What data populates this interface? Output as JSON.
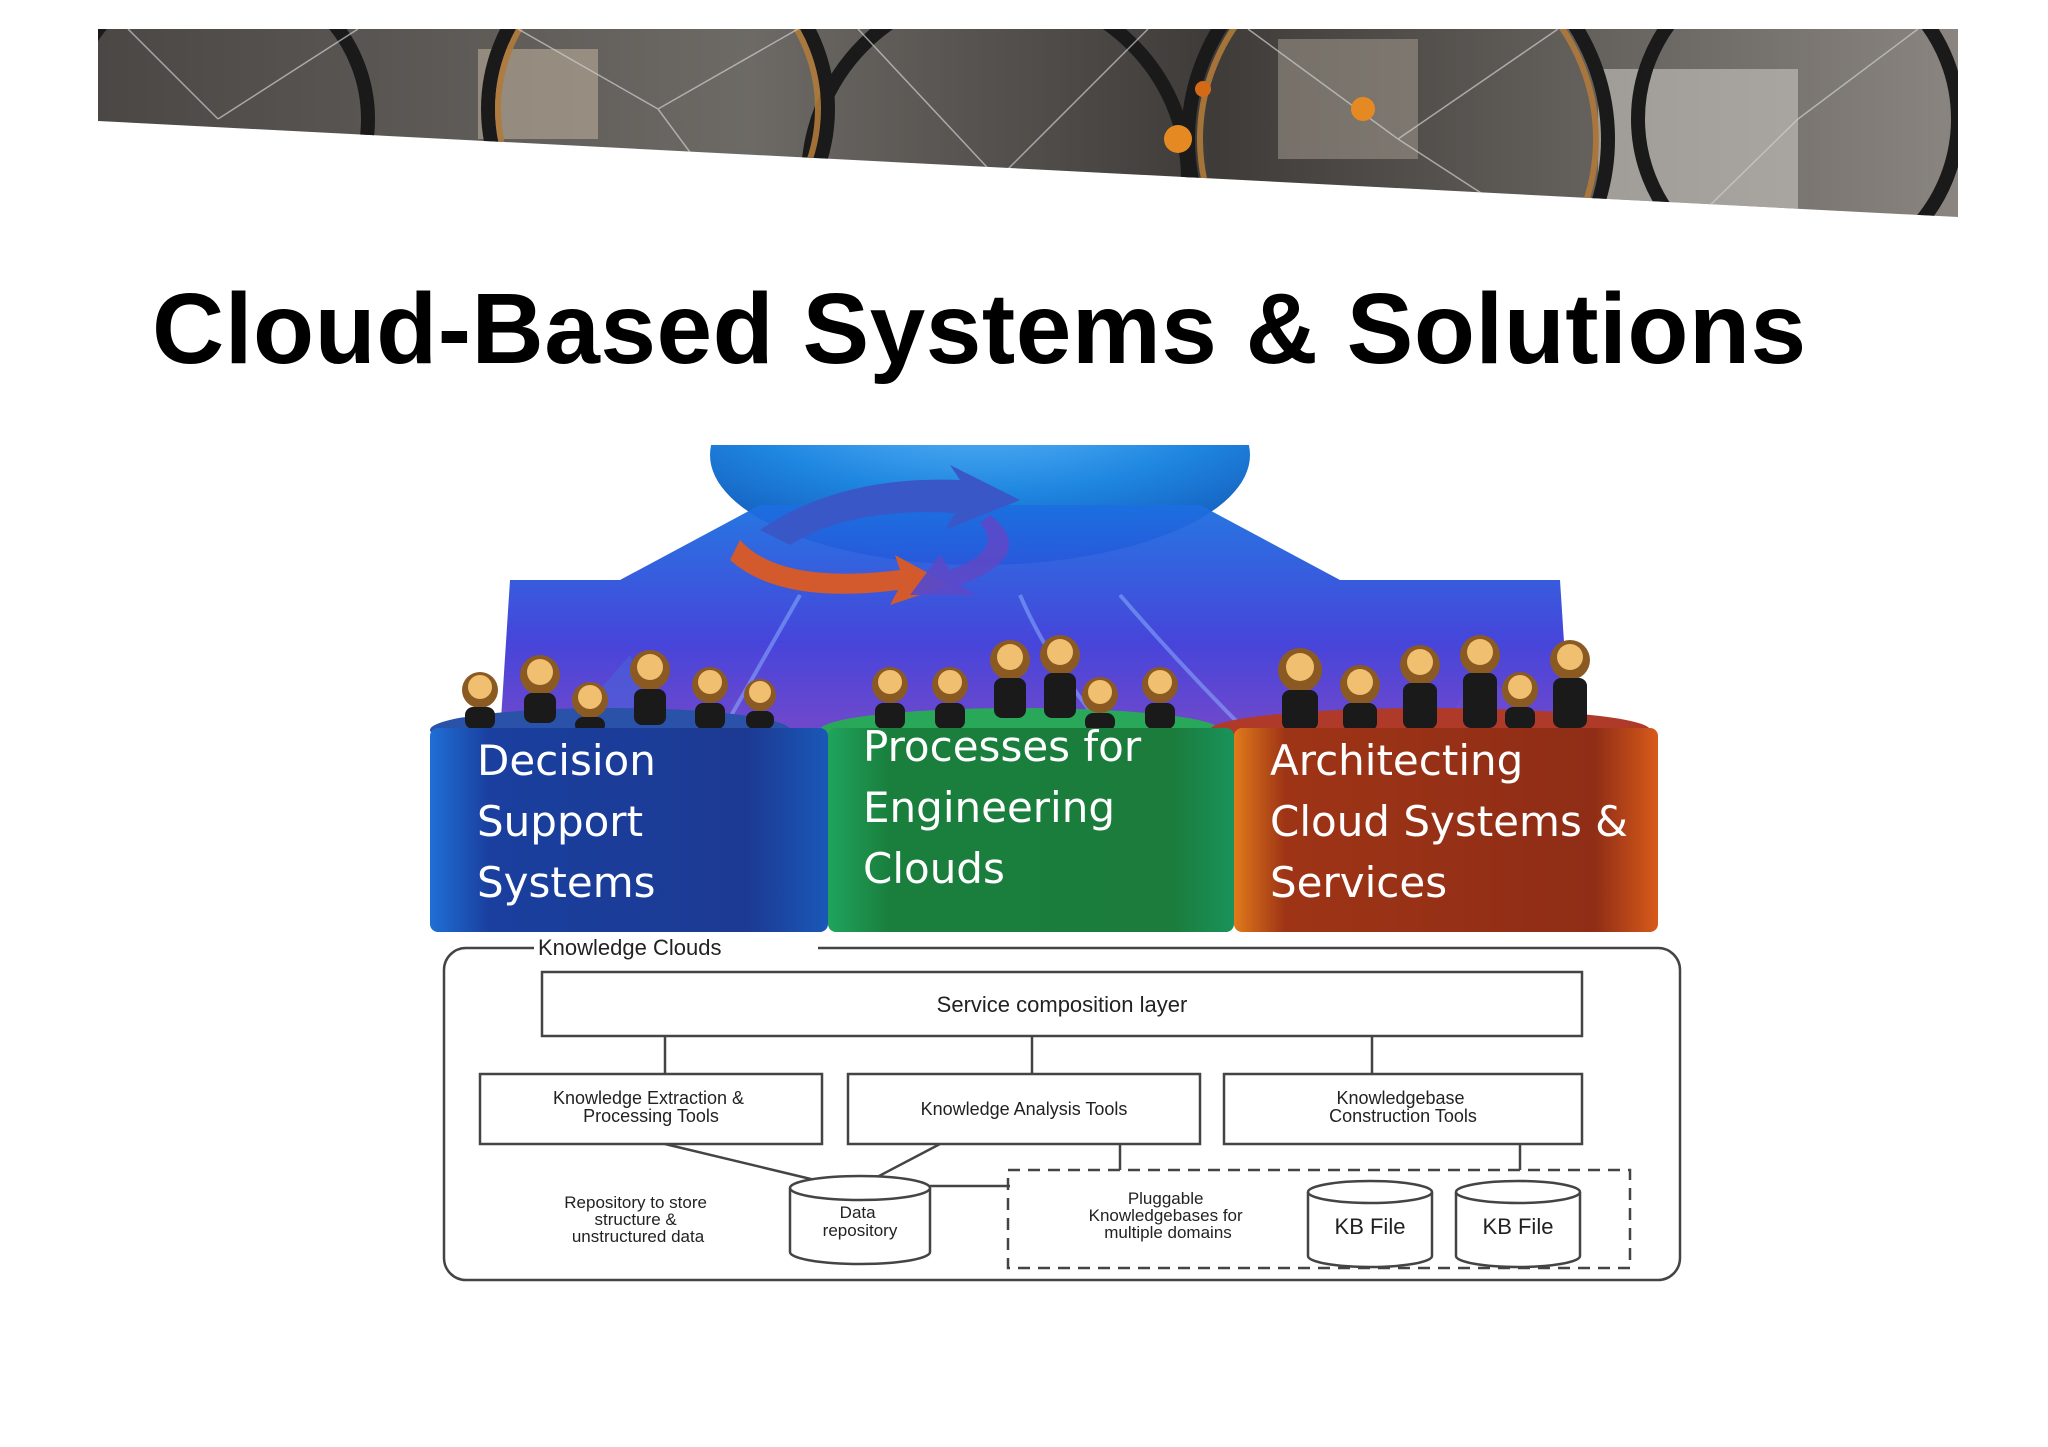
{
  "slide": {
    "title": "Cloud-Based Systems & Solutions"
  },
  "header_image": {
    "description_icon": "bicycle-wheels-banner"
  },
  "categories": [
    {
      "label": "Decision\nSupport\nSystems",
      "color": "#1c3a93"
    },
    {
      "label": "Processes for\nEngineering\nClouds",
      "color": "#1b7c3c"
    },
    {
      "label": "Architecting\nCloud Systems &\nServices",
      "color": "#8f2d16"
    }
  ],
  "knowledge_clouds": {
    "frame_label": "Knowledge Clouds",
    "service_layer": "Service composition layer",
    "tools": [
      "Knowledge Extraction &\nProcessing Tools",
      "Knowledge Analysis Tools",
      "Knowledgebase\nConstruction Tools"
    ],
    "repository_note": "Repository to store\nstructure &\nunstructured data",
    "data_repository": "Data\nrepository",
    "pluggable_note": "Pluggable\nKnowledgebases for\nmultiple domains",
    "kb_files": [
      "KB File",
      "KB File"
    ]
  },
  "colors": {
    "title": "#000000",
    "globe": "#2a8ee6",
    "arrow_blue": "#3b4ad8",
    "arrow_orange": "#d0552a"
  }
}
